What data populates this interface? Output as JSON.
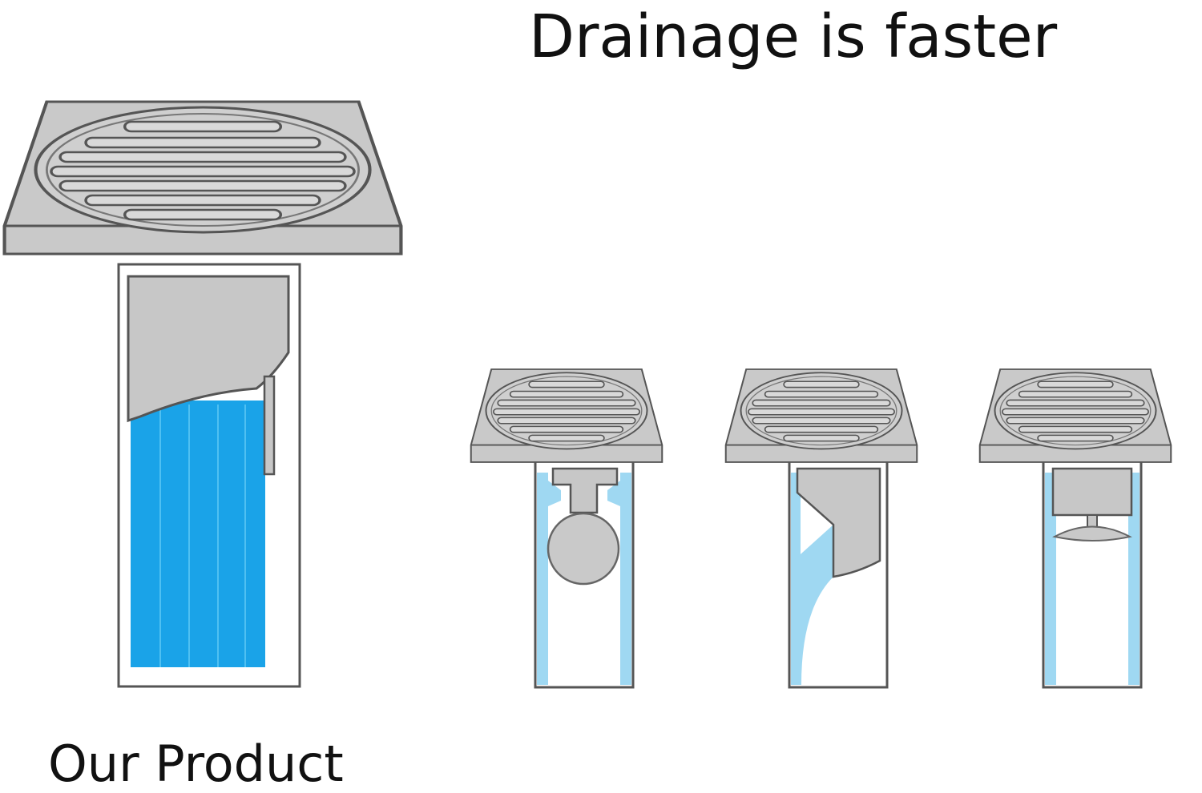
{
  "headline": "Drainage is faster",
  "caption": "Our Product",
  "colors": {
    "metal": "#c9c9c9",
    "metal_shade": "#bdbdbd",
    "outline": "#555555",
    "water_main": "#1aa3e8",
    "water_light": "#9fd8f2",
    "pipe": "#ffffff"
  },
  "diagrams": [
    {
      "id": "our-product",
      "icon": "floor-drain-blue-water"
    },
    {
      "id": "ball-valve",
      "icon": "floor-drain-ball-valve"
    },
    {
      "id": "side-flap",
      "icon": "floor-drain-side-flap"
    },
    {
      "id": "plunger",
      "icon": "floor-drain-plunger"
    }
  ]
}
